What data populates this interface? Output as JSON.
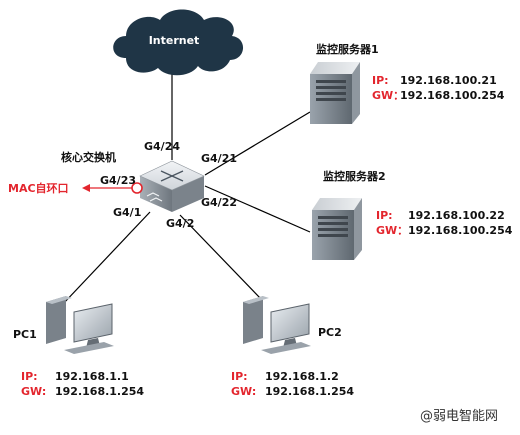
{
  "cloud": {
    "label": "Internet"
  },
  "core_switch": {
    "label": "核心交换机",
    "ports": {
      "p24": "G4/24",
      "p21": "G4/21",
      "p23": "G4/23",
      "p22": "G4/22",
      "p1": "G4/1",
      "p2": "G4/2"
    },
    "mac_loop_label": "MAC自环口"
  },
  "servers": [
    {
      "name": "监控服务器1",
      "ip_key": "IP:",
      "ip": "192.168.100.21",
      "gw_key": "GW：",
      "gw": "192.168.100.254"
    },
    {
      "name": "监控服务器2",
      "ip_key": "IP:",
      "ip": "192.168.100.22",
      "gw_key": "GW：",
      "gw": "192.168.100.254"
    }
  ],
  "pcs": [
    {
      "name": "PC1",
      "ip_key": "IP:",
      "ip": "192.168.1.1",
      "gw_key": "GW:",
      "gw": "192.168.1.254"
    },
    {
      "name": "PC2",
      "ip_key": "IP:",
      "ip": "192.168.1.2",
      "gw_key": "GW:",
      "gw": "192.168.1.254"
    }
  ],
  "watermark": "@弱电智能网",
  "colors": {
    "cloud": "#1f3546",
    "link": "#000000",
    "accent_red": "#e3262e",
    "switch_top": "#dfe3e8",
    "switch_side": "#8b929a"
  }
}
